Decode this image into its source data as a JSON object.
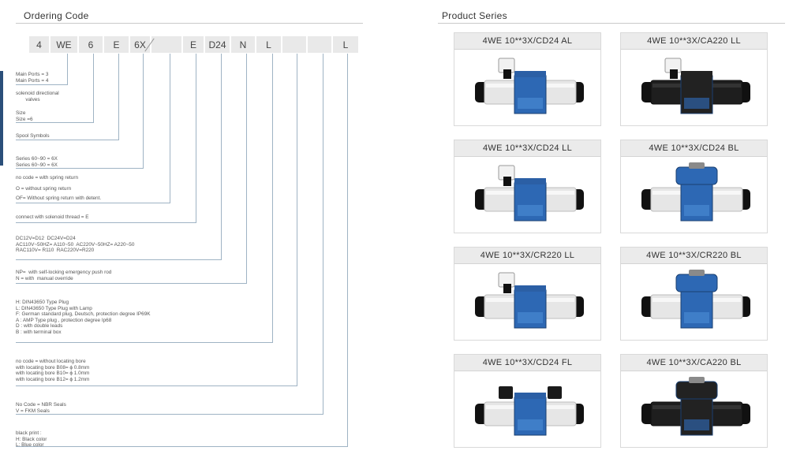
{
  "ordering": {
    "title": "Ordering Code",
    "code_cells": [
      "4",
      "WE",
      "6",
      "E",
      "6X",
      "",
      "E",
      "D24",
      "N",
      "L",
      "",
      "",
      "L"
    ],
    "descriptions": [
      "Main Ports = 3\nMain Ports = 4",
      "solenoid directional\n       valves",
      "Size\nSize =6",
      "Spool Symbols",
      "Series 60~90 = 6X\nSeries 60~90 = 6X",
      "no code = with spring return",
      "O = without spring return",
      "OF= Without spring return with detent.",
      "connect with solenoid thread = E",
      "DC12V=D12  DC24V=D24\nAC110V~50HZ= A110~50  AC220V~50HZ= A220~50\nRAC110V= R110  RAC220V=R220",
      "NP=  with self-locking emergency push rod\nN = with  manual override",
      "H: DIN43650 Type Plug\nL: DIN43650 Type Plug with Lamp\nF: German standard plug, Deutsch, protection degree IP69K\nA : AMP Type plug , protection degree Ip68\nD : with double leads\nB : with terminal box",
      "no code = without locating bore\nwith locating bore B08= ϕ 0.8mm\nwith locating bore B10= ϕ 1.0mm\nwith locating bore B12= ϕ 1.2mm",
      "No Code = NBR Seals\nV = FKM Seals",
      "black print :\nH: Black color\nL: Blue color"
    ]
  },
  "products": {
    "title": "Product Series",
    "items": [
      {
        "label": "4WE 10**3X/CD24  AL",
        "body_color": "#2d68b4",
        "style": "blue-lamp"
      },
      {
        "label": "4WE 10**3X/CA220  LL",
        "body_color": "#222222",
        "style": "black-lamp"
      },
      {
        "label": "4WE 10**3X/CD24  LL",
        "body_color": "#2d68b4",
        "style": "blue-lamp"
      },
      {
        "label": "4WE 10**3X/CD24  BL",
        "body_color": "#2d68b4",
        "style": "blue-box"
      },
      {
        "label": "4WE 10**3X/CR220  LL",
        "body_color": "#2d68b4",
        "style": "blue-lamp"
      },
      {
        "label": "4WE 10**3X/CR220  BL",
        "body_color": "#2d68b4",
        "style": "blue-box"
      },
      {
        "label": "4WE 10**3X/CD24  FL",
        "body_color": "#2d68b4",
        "style": "blue-plug"
      },
      {
        "label": "4WE 10**3X/CA220  BL",
        "body_color": "#222222",
        "style": "black-box"
      }
    ]
  }
}
